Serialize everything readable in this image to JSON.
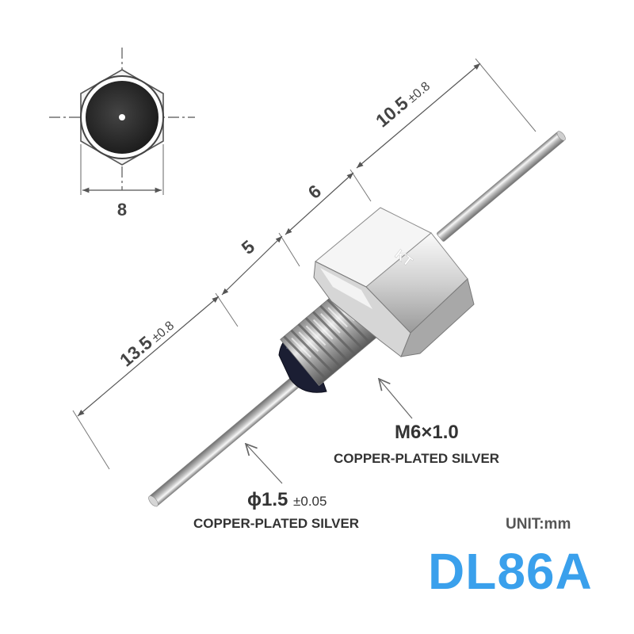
{
  "colors": {
    "accent": "#3aa0ec",
    "dimension_text": "#444444",
    "label_text": "#333333",
    "metal_light": "#f2f2f2",
    "metal_dark": "#8a8a8a",
    "insulator": "#1b1e33"
  },
  "end_view": {
    "width_label": "8"
  },
  "dimensions": {
    "pin_right_length": "10.5",
    "pin_right_tol": "±0.8",
    "hex_length": "6",
    "thread_length": "5",
    "pin_left_length": "13.5",
    "pin_left_tol": "±0.8"
  },
  "body_mark": "KT",
  "callouts": {
    "thread_size": "M6×1.0",
    "thread_material": "COPPER-PLATED SILVER",
    "pin_size": "ϕ1.5",
    "pin_tol": "±0.05",
    "pin_material": "COPPER-PLATED SILVER"
  },
  "unit": "UNIT:mm",
  "model": "DL86A"
}
